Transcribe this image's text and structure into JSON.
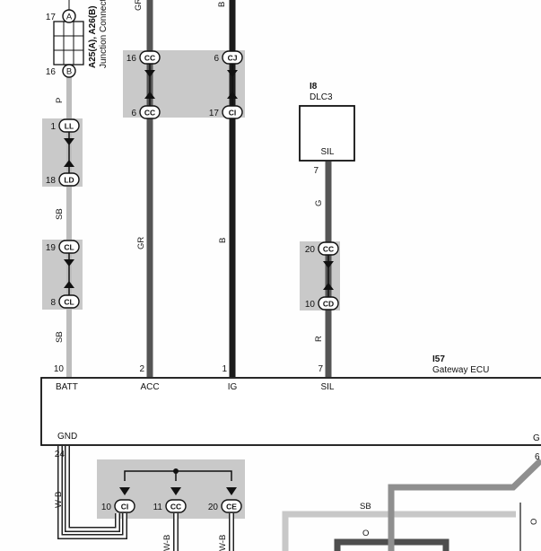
{
  "junction": {
    "id": "A25(A), A26(B)",
    "name": "Junction Connector",
    "pin_top_num": "17",
    "pin_top_letter": "A",
    "pin_bottom_num": "16",
    "pin_bottom_letter": "B"
  },
  "top_wire_labels": {
    "gr": "GR",
    "b": "B"
  },
  "connectors": {
    "c1": {
      "top_pin": "16",
      "top_code": "CC",
      "bottom_pin": "6",
      "bottom_code": "CC"
    },
    "c2": {
      "top_pin": "6",
      "top_code": "CJ",
      "bottom_pin": "17",
      "bottom_code": "CI"
    },
    "c3": {
      "top_pin": "1",
      "top_code": "LL",
      "bottom_pin": "18",
      "bottom_code": "LD"
    },
    "c4": {
      "top_pin": "19",
      "top_code": "CL",
      "bottom_pin": "8",
      "bottom_code": "CL"
    },
    "c5": {
      "top_pin": "20",
      "top_code": "CC",
      "bottom_pin": "10",
      "bottom_code": "CD"
    }
  },
  "wire_labels": {
    "p": "P",
    "sb1": "SB",
    "sb2": "SB",
    "gr": "GR",
    "b": "B",
    "g": "G",
    "r": "R",
    "wb_left": "W-B",
    "wb_mid": "W-B",
    "wb_right": "W-B",
    "sb_bottom": "SB",
    "o_bottom": "O",
    "o_right": "O"
  },
  "dlc3": {
    "id": "I8",
    "name": "DLC3",
    "terminal": "SIL",
    "pin": "7"
  },
  "ecu": {
    "id": "I57",
    "name": "Gateway ECU",
    "terminals": [
      {
        "pin": "10",
        "name": "BATT"
      },
      {
        "pin": "2",
        "name": "ACC"
      },
      {
        "pin": "1",
        "name": "IG"
      },
      {
        "pin": "7",
        "name": "SIL"
      }
    ],
    "gnd_name": "GND",
    "gnd_pin": "24",
    "right_partial_label": "G",
    "right_partial_pin": "6"
  },
  "ground_connectors": [
    {
      "pin": "10",
      "code": "CI"
    },
    {
      "pin": "11",
      "code": "CC"
    },
    {
      "pin": "20",
      "code": "CE"
    }
  ]
}
